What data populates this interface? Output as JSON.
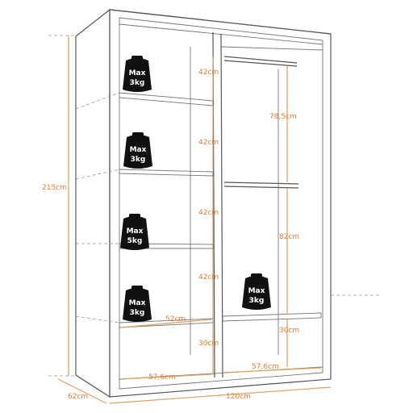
{
  "dimensions": {
    "height_total": "215cm",
    "depth_total": "62cm",
    "width_total": "120cm",
    "left_shelf_1": "42cm",
    "left_shelf_2": "42cm",
    "left_shelf_3": "42cm",
    "left_shelf_4": "42cm",
    "left_bottom": "30cm",
    "left_width": "57,6cm",
    "shelf_depth": "52cm",
    "right_top_compartment": "78,5cm",
    "right_middle_compartment": "82cm",
    "right_bottom": "30cm",
    "right_width": "57,6cm"
  },
  "weights": [
    {
      "line1": "Max",
      "line2": "3kg"
    },
    {
      "line1": "Max",
      "line2": "3kg"
    },
    {
      "line1": "Max",
      "line2": "5kg"
    },
    {
      "line1": "Max",
      "line2": "3kg"
    },
    {
      "line1": "Max",
      "line2": "3kg"
    }
  ],
  "colors": {
    "outline": "#555555",
    "dimension": "#e0a060",
    "dimension_text": "#e07a30",
    "weight": "#111111"
  }
}
